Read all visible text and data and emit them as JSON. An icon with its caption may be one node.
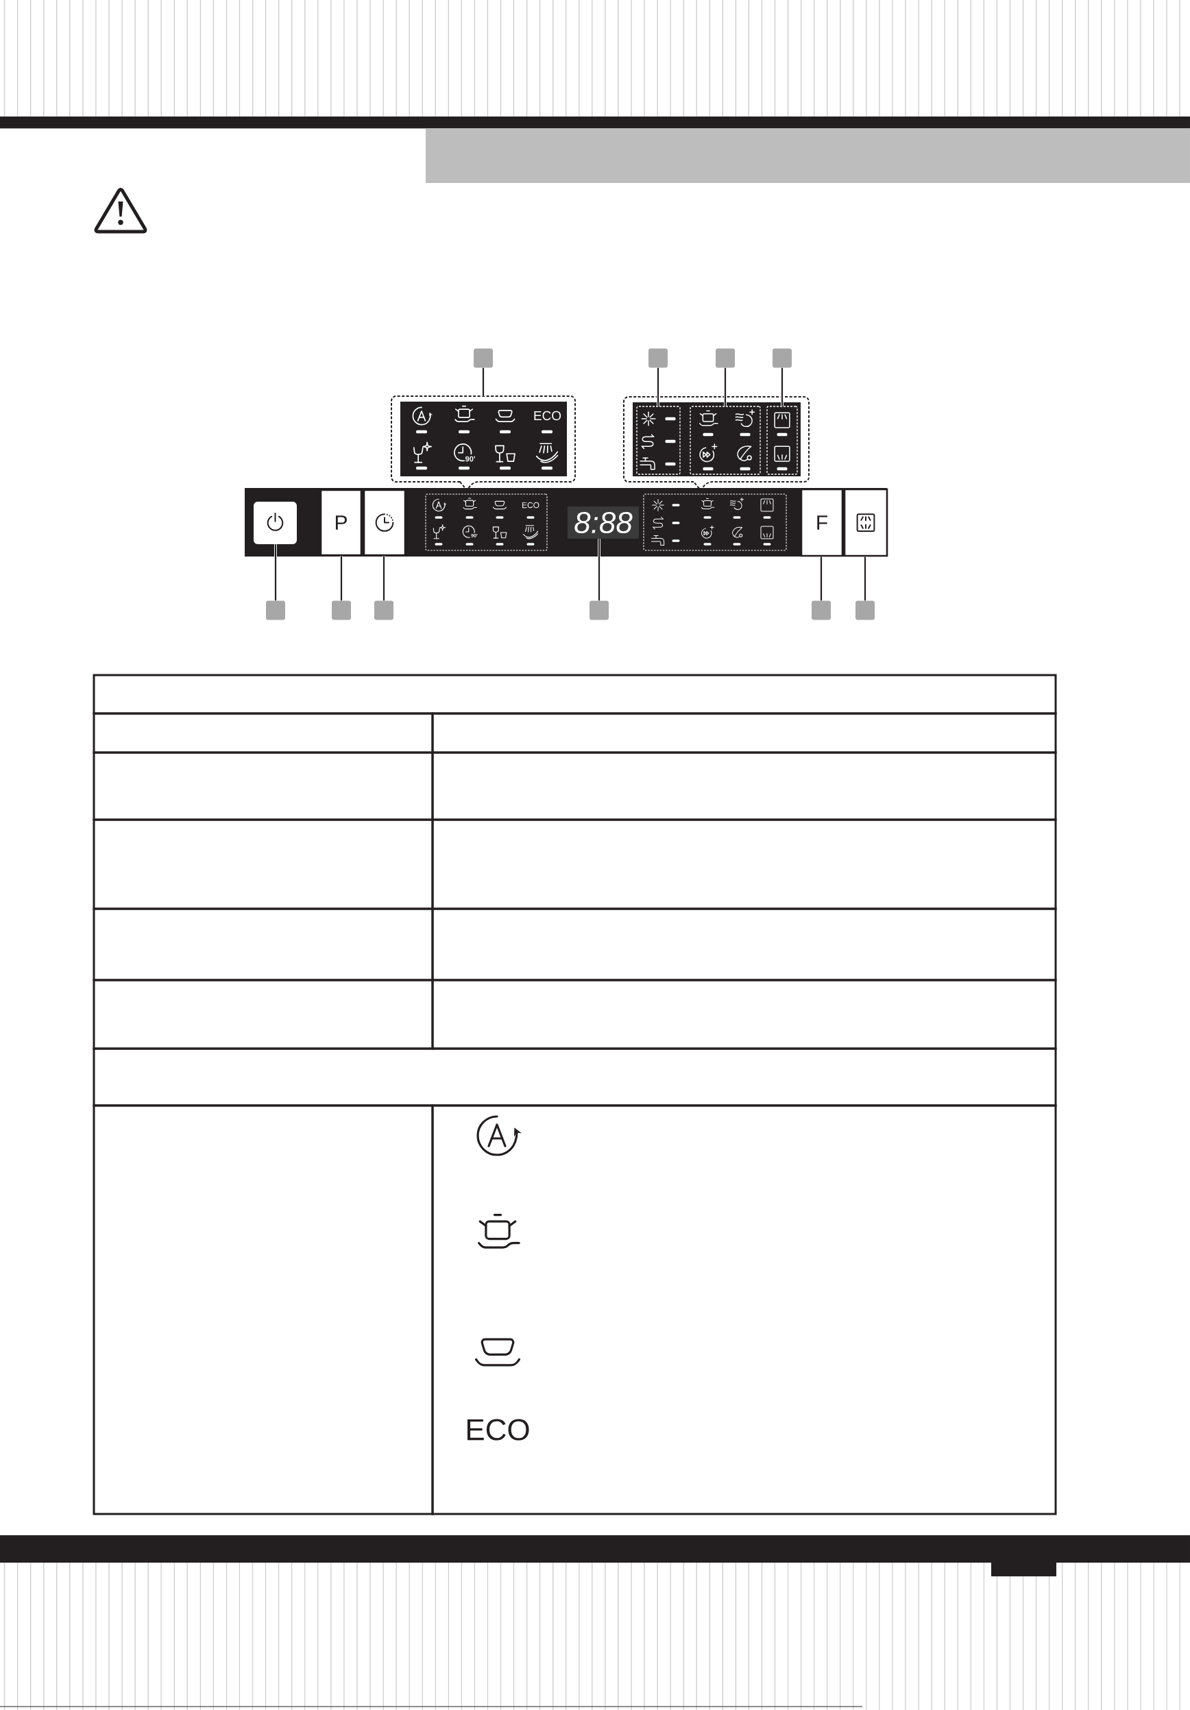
{
  "diagram": {
    "nodes": [
      {
        "text": [],
        "shape": "box"
      },
      {
        "text": [],
        "shape": "box"
      },
      {
        "text": [],
        "shape": "box"
      },
      {
        "text": [],
        "shape": "box"
      },
      {
        "text": [
          "ECO",
          "90'"
        ]
      },
      {
        "text": [],
        "shape": "box"
      },
      {
        "text": [],
        "shape": "box",
        "in": 5
      },
      {
        "text": [],
        "shape": "box",
        "in": 5
      },
      {
        "text": [],
        "shape": "box",
        "in": 5
      },
      {
        "text": [],
        "shape": "box"
      },
      {
        "text": [],
        "shape": "box",
        "in": 9
      },
      {
        "text": [
          "P"
        ],
        "in": 9
      },
      {
        "text": [],
        "shape": "box",
        "in": 9
      },
      {
        "text": [
          "ECO",
          "90'"
        ],
        "in": 9
      },
      {
        "text": [
          "8:88"
        ],
        "in": 9
      },
      {
        "text": [],
        "shape": "box",
        "in": 9
      },
      {
        "text": [
          "F"
        ],
        "in": 9
      },
      {
        "text": [],
        "shape": "box",
        "in": 9
      },
      {
        "text": [],
        "shape": "box"
      },
      {
        "text": [],
        "shape": "box"
      },
      {
        "text": [],
        "shape": "box"
      },
      {
        "text": [],
        "shape": "box"
      },
      {
        "text": [],
        "shape": "box"
      },
      {
        "text": [],
        "shape": "box"
      }
    ],
    "edges": [
      {
        "from": 0,
        "to": 4,
        "arrow": "none"
      },
      {
        "from": 1,
        "to": 6,
        "arrow": "none"
      },
      {
        "from": 2,
        "to": 7,
        "arrow": "none"
      },
      {
        "from": 3,
        "to": 8,
        "arrow": "none"
      },
      {
        "from": 18,
        "to": 10,
        "arrow": "none"
      },
      {
        "from": 19,
        "to": 11,
        "arrow": "none"
      },
      {
        "from": 20,
        "to": 12,
        "arrow": "none"
      },
      {
        "from": 21,
        "to": 14,
        "arrow": "none"
      },
      {
        "from": 22,
        "to": 16,
        "arrow": "none"
      },
      {
        "from": 23,
        "to": 17,
        "arrow": "none"
      }
    ],
    "labels": [
      "ECO"
    ]
  }
}
